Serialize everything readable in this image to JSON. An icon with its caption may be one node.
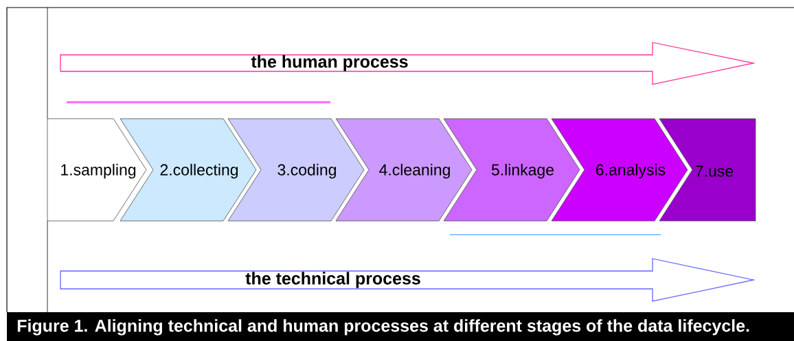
{
  "diagram": {
    "caption": "Figure 1. Aligning technical and human processes at different stages of the data lifecycle.",
    "nodes": [
      {
        "text": [
          "the human process"
        ]
      },
      {
        "text": [
          "1.sampling"
        ]
      },
      {
        "text": [
          "2.collecting"
        ]
      },
      {
        "text": [
          "3.coding"
        ]
      },
      {
        "text": [
          "4.cleaning"
        ]
      },
      {
        "text": [
          "5.linkage"
        ]
      },
      {
        "text": [
          "6.analysis"
        ]
      },
      {
        "text": [
          "7.use"
        ]
      },
      {
        "text": [
          "the technical process"
        ]
      }
    ]
  }
}
